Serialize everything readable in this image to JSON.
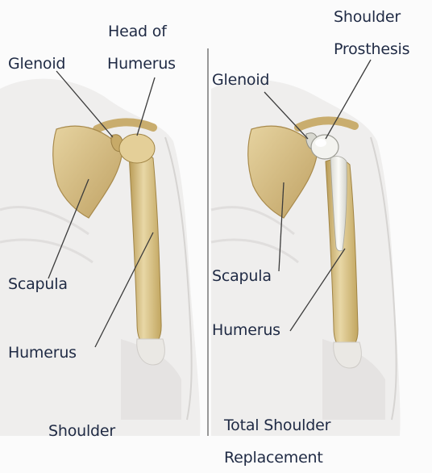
{
  "left_panel": {
    "labels": {
      "head_of": "Head of",
      "humerus_top": "Humerus",
      "glenoid": "Glenoid",
      "scapula": "Scapula",
      "humerus_bottom": "Humerus"
    },
    "caption": "Shoulder"
  },
  "right_panel": {
    "labels": {
      "shoulder": "Shoulder",
      "prosthesis": "Prosthesis",
      "glenoid": "Glenoid",
      "scapula": "Scapula",
      "humerus": "Humerus"
    },
    "caption_line1": "Total Shoulder",
    "caption_line2": "Replacement"
  },
  "colors": {
    "bone": "#dcc58e",
    "bone_shadow": "#b89a55",
    "skin": "#e9e6e3",
    "prosthesis": "#f2f2ee",
    "text": "#1f2a44"
  }
}
